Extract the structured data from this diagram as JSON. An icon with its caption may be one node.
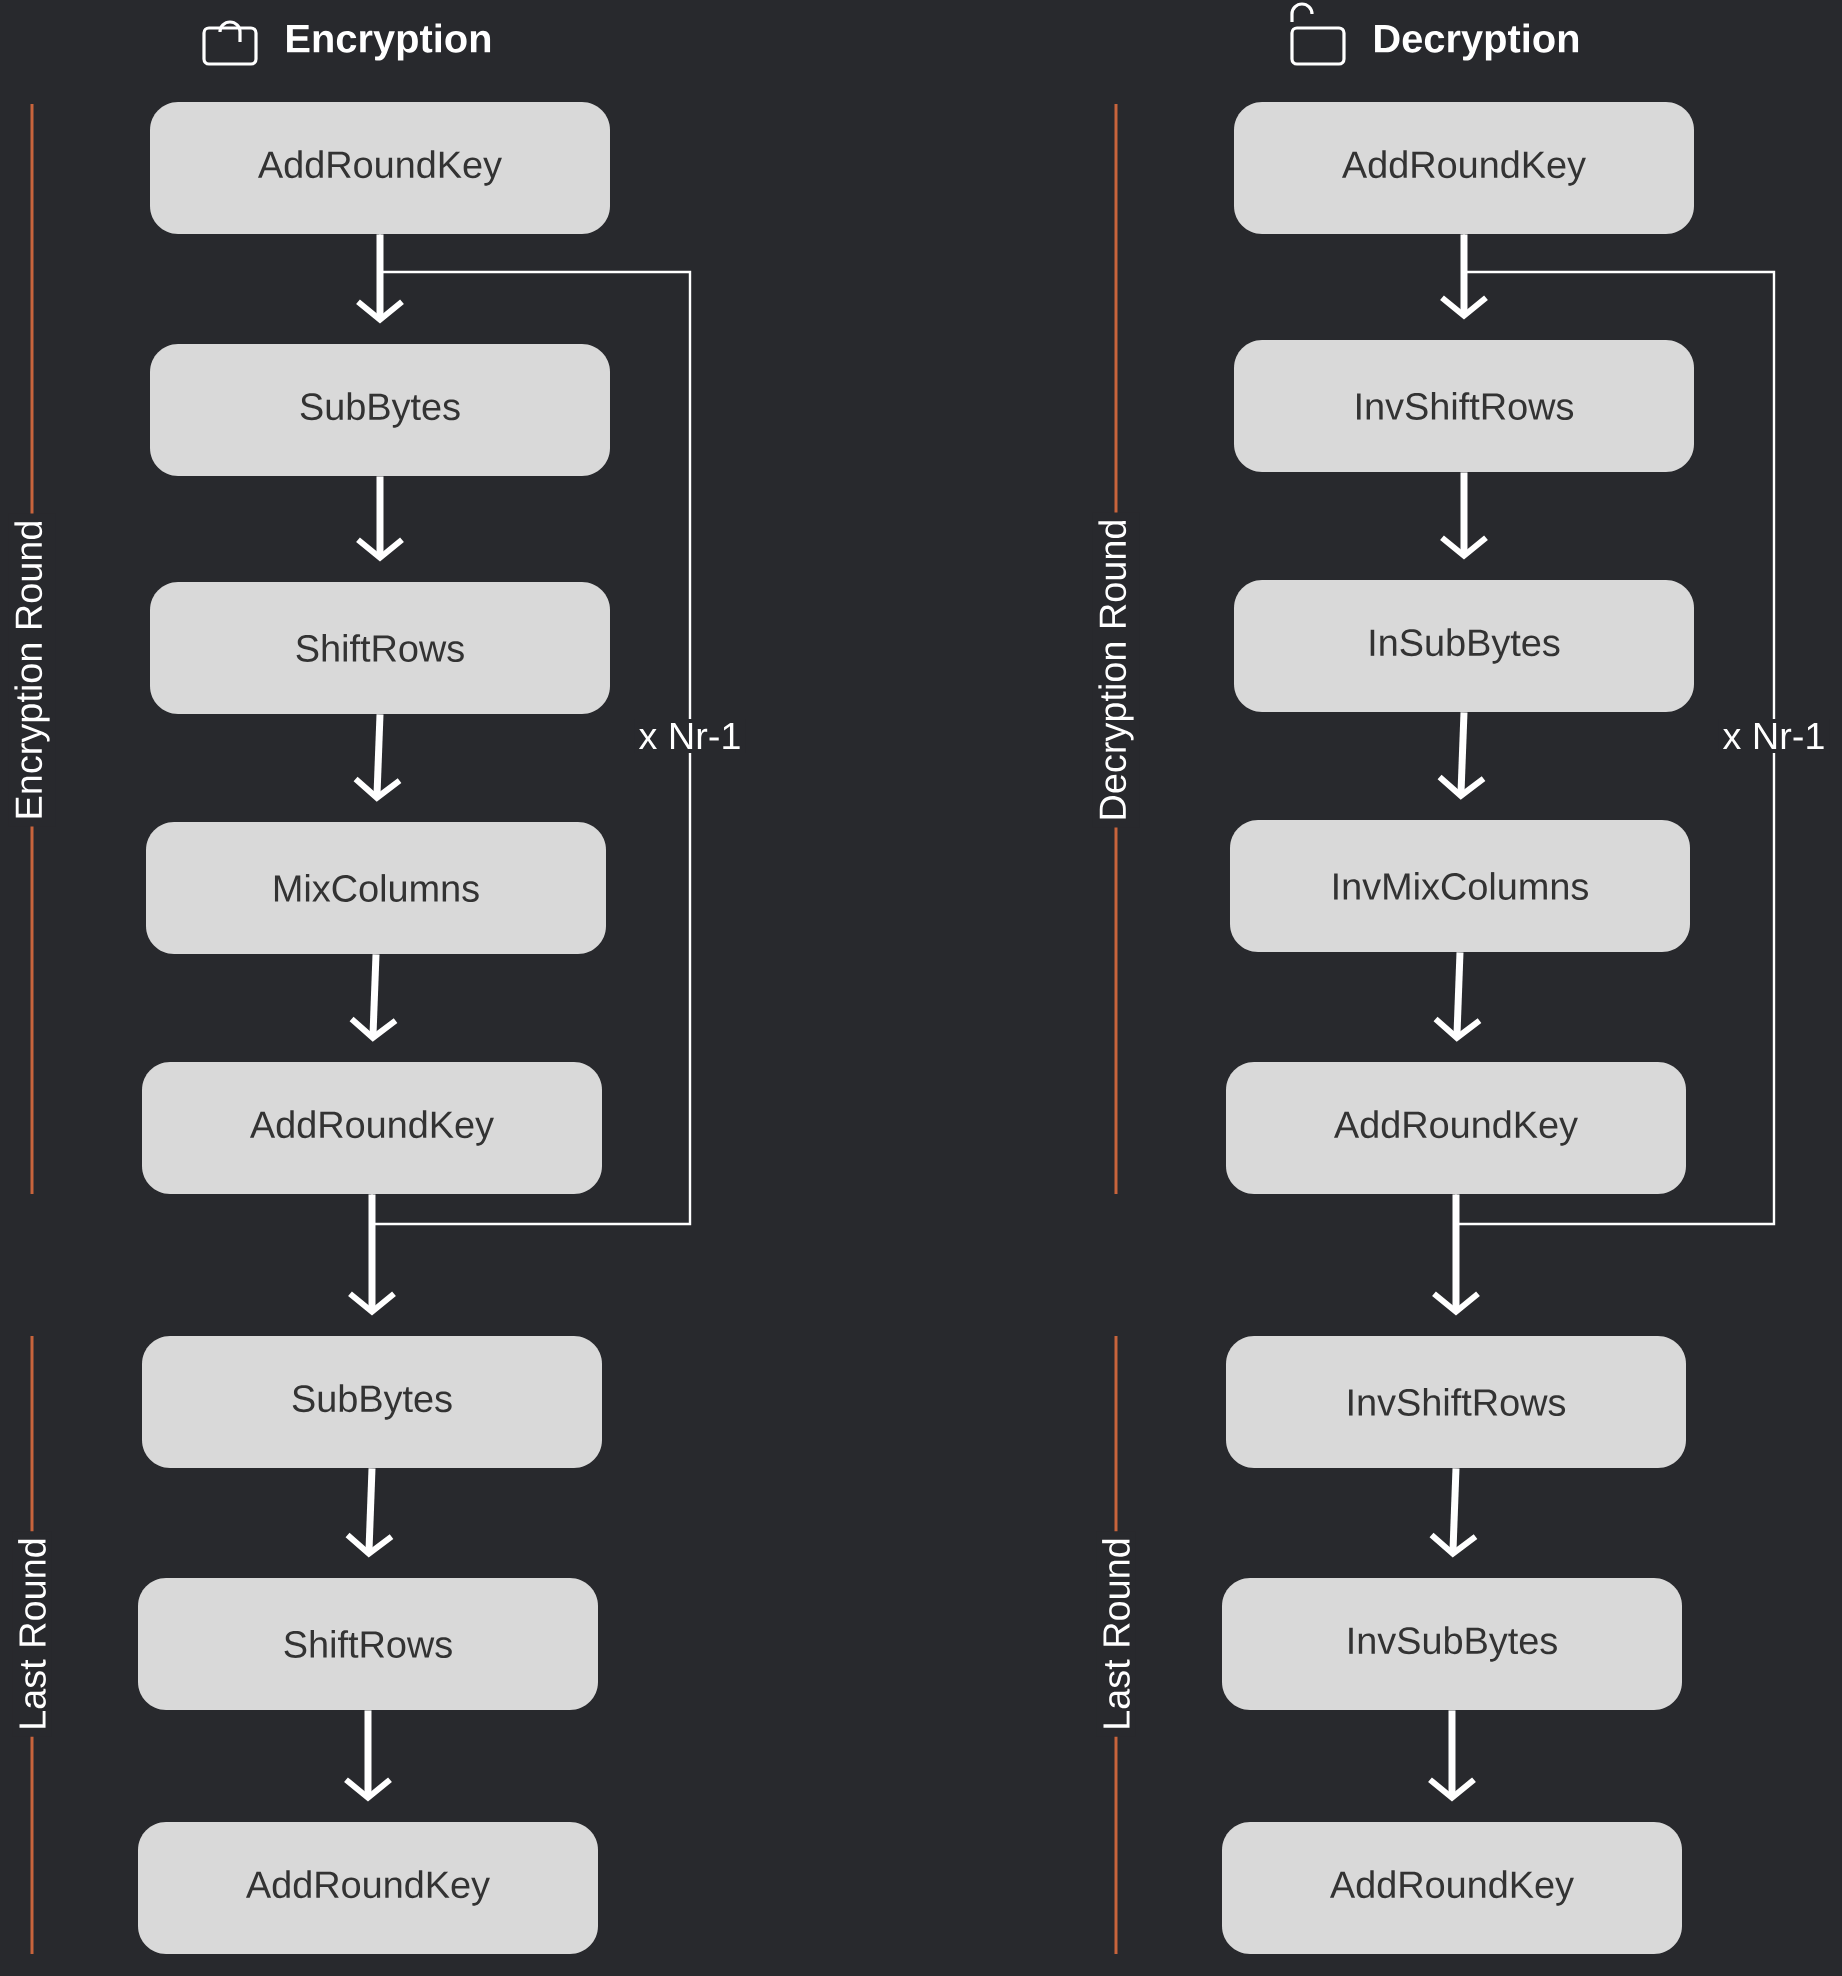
{
  "diagram": {
    "nodes": [
      {
        "text": [
          "AddRoundKey"
        ]
      },
      {
        "text": [
          "SubBytes"
        ]
      },
      {
        "text": [
          "ShiftRows"
        ]
      },
      {
        "text": [
          "MixColumns"
        ]
      },
      {
        "text": [
          "AddRoundKey"
        ]
      },
      {
        "text": [
          "SubBytes"
        ]
      },
      {
        "text": [
          "ShiftRows"
        ]
      },
      {
        "text": [
          "AddRoundKey"
        ]
      },
      {
        "text": [
          "AddRoundKey"
        ]
      },
      {
        "text": [
          "InvShiftRows"
        ]
      },
      {
        "text": [
          "InSubBytes"
        ]
      },
      {
        "text": [
          "InvMixColumns"
        ]
      },
      {
        "text": [
          "AddRoundKey"
        ]
      },
      {
        "text": [
          "InvShiftRows"
        ]
      },
      {
        "text": [
          "InvSubBytes"
        ]
      },
      {
        "text": [
          "AddRoundKey"
        ]
      }
    ],
    "edges": [
      {
        "from": 0,
        "to": 1,
        "arrow": "to"
      },
      {
        "from": 1,
        "to": 2,
        "arrow": "to"
      },
      {
        "from": 2,
        "to": 3,
        "arrow": "to"
      },
      {
        "from": 3,
        "to": 4,
        "arrow": "to"
      },
      {
        "from": 4,
        "to": 5,
        "arrow": "to"
      },
      {
        "from": 5,
        "to": 6,
        "arrow": "to"
      },
      {
        "from": 6,
        "to": 7,
        "arrow": "to"
      },
      {
        "from": 4,
        "to": 0,
        "arrow": "none",
        "label": "x Nr-1"
      },
      {
        "from": 8,
        "to": 9,
        "arrow": "to"
      },
      {
        "from": 9,
        "to": 10,
        "arrow": "to"
      },
      {
        "from": 10,
        "to": 11,
        "arrow": "to"
      },
      {
        "from": 11,
        "to": 12,
        "arrow": "to"
      },
      {
        "from": 12,
        "to": 13,
        "arrow": "to"
      },
      {
        "from": 13,
        "to": 14,
        "arrow": "to"
      },
      {
        "from": 14,
        "to": 15,
        "arrow": "to"
      },
      {
        "from": 12,
        "to": 8,
        "arrow": "none",
        "label": "x Nr-1"
      }
    ],
    "labels": [
      "Encryption",
      "Decryption",
      "Encryption Round",
      "Decryption Round",
      "Last Round",
      "Last Round"
    ]
  }
}
